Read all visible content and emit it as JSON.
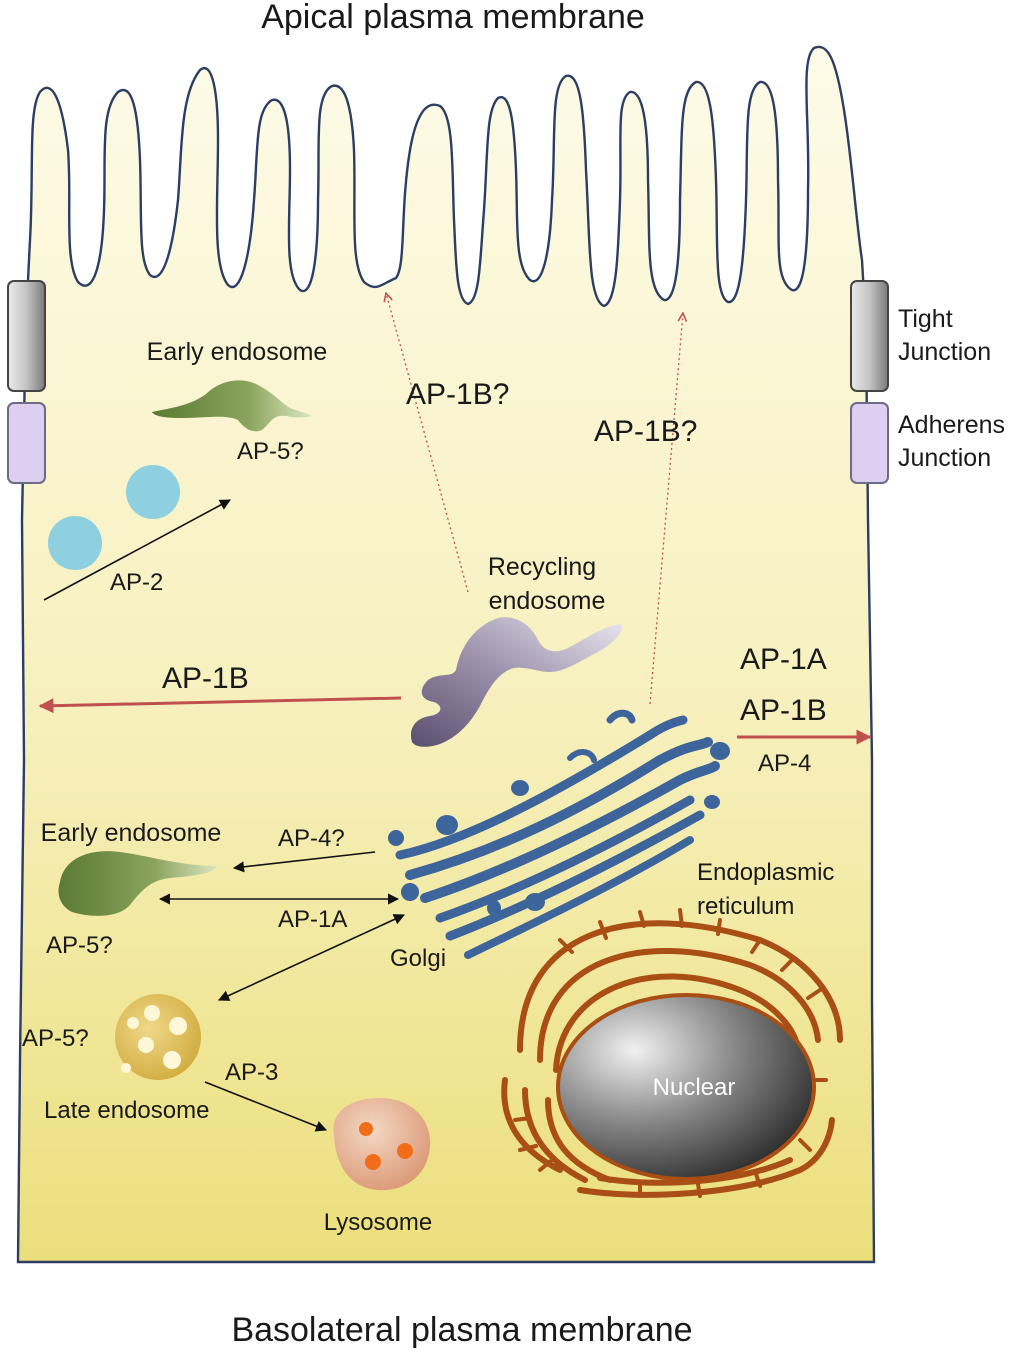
{
  "labels": {
    "apical": "Apical plasma membrane",
    "basolateral": "Basolateral plasma membrane",
    "tight_junction_1": "Tight",
    "tight_junction_2": "Junction",
    "adherens_junction_1": "Adherens",
    "adherens_junction_2": "Junction",
    "early_endosome_top": "Early endosome",
    "ap5_top": "AP-5?",
    "ap2": "AP-2",
    "ap1b_q_left": "AP-1B?",
    "ap1b_q_right": "AP-1B?",
    "recycling_1": "Recycling",
    "recycling_2": "endosome",
    "ap1b_basolateral": "AP-1B",
    "ap1a_right": "AP-1A",
    "ap1b_right": "AP-1B",
    "ap4_right": "AP-4",
    "early_endosome_bottom": "Early endosome",
    "ap4_q": "AP-4?",
    "ap5_mid": "AP-5?",
    "ap1a_mid": "AP-1A",
    "golgi": "Golgi",
    "er_1": "Endoplasmic",
    "er_2": "reticulum",
    "ap5_late": "AP-5?",
    "ap3": "AP-3",
    "late_endosome": "Late endosome",
    "lysosome": "Lysosome",
    "nuclear": "Nuclear"
  },
  "colors": {
    "membrane": "#2c3e63",
    "cytoplasm_top": "#fdfbe6",
    "cytoplasm_bottom": "#ece07e",
    "golgi": "#3d659c",
    "er": "#a94e14",
    "arrow_red": "#c0504d",
    "tight_junction": "#cfcfcf",
    "adherens_junction": "#d9cdef",
    "vesicle": "#8fd0e0"
  }
}
